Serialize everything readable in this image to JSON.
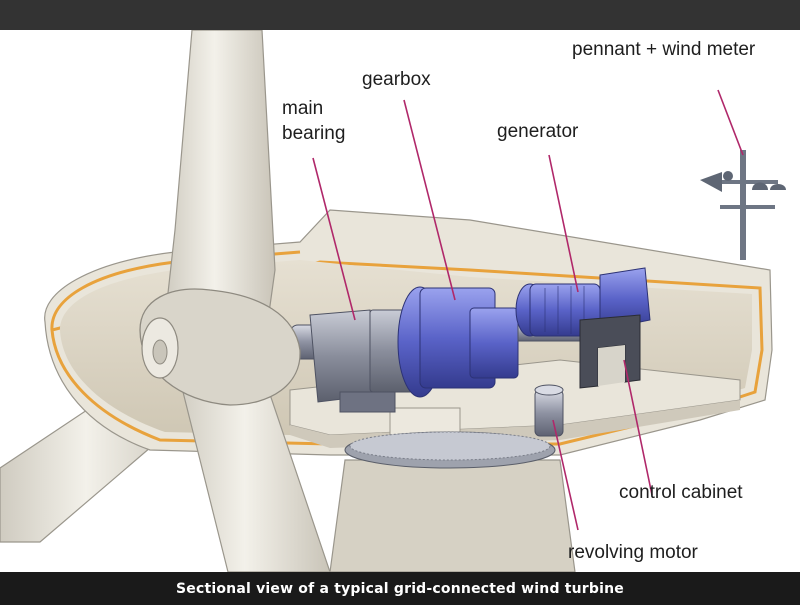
{
  "labels": {
    "gearbox": "gearbox",
    "main_bearing_1": "main",
    "main_bearing_2": "bearing",
    "generator": "generator",
    "pennant": "pennant + wind meter",
    "control_cabinet": "control cabinet",
    "revolving_motor": "revolving motor"
  },
  "caption": "Sectional view of a typical grid-connected wind turbine",
  "colors": {
    "leader": "#b0286a",
    "nacelle_trim": "#e8a23c",
    "blade": "#e4e1d8",
    "metal_blue": "#5a63c8",
    "metal_grey": "#8a8e9c"
  }
}
